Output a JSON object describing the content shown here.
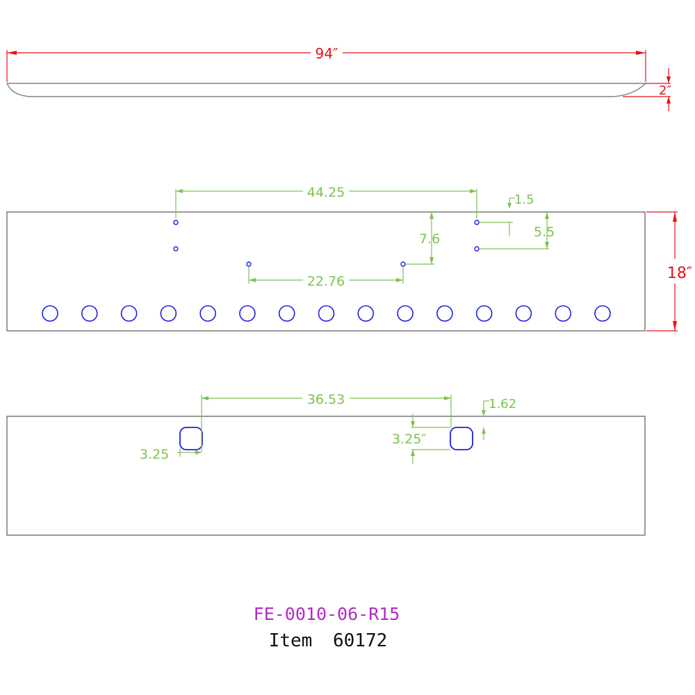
{
  "colors": {
    "outline": "#808080",
    "dimension_red": "#e8101a",
    "dimension_green": "#7dc24e",
    "holes": "#1e1ee0",
    "part_number": "#b02cc4",
    "item_text": "#111111"
  },
  "top_view": {
    "length_label": "94″",
    "height_label": "2″"
  },
  "front_view": {
    "height_label": "18″",
    "dim_top_span": "44.25",
    "dim_small_offset": "1.5",
    "dim_vertical_gap": "7.6",
    "dim_right_gap": "5.5",
    "dim_inner_span": "22.76",
    "light_hole_count": 15
  },
  "back_view": {
    "dim_slot_span": "36.53",
    "dim_slot_offset": "1.62",
    "dim_slot_left": "3.25",
    "dim_slot_right": "3.25″"
  },
  "title_block": {
    "part_number": "FE-0010-06-R15",
    "item_label": "Item",
    "item_number": "60172"
  }
}
